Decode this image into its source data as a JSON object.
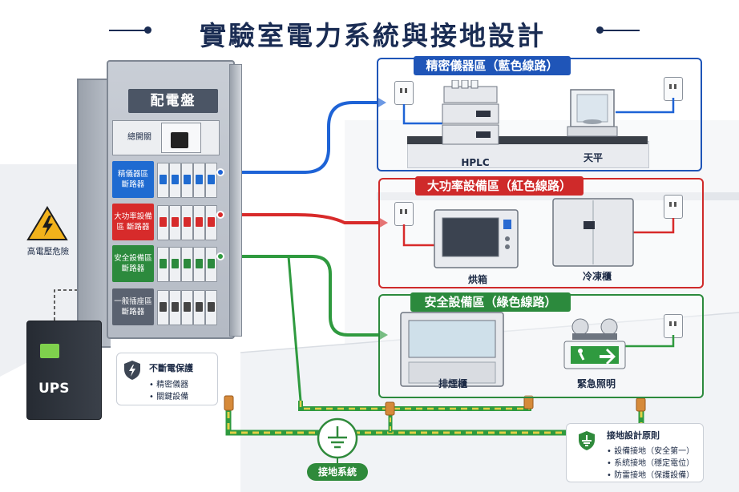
{
  "title": "實驗室電力系統與接地設計",
  "panel": {
    "title": "配電盤",
    "main_switch": "總開關",
    "breakers": [
      {
        "label": "精儀器區 斷路器",
        "color": "#1f6bd1"
      },
      {
        "label": "大功率設備區 斷路器",
        "color": "#d72b2b"
      },
      {
        "label": "安全設備區 斷路器",
        "color": "#2c8a3d"
      },
      {
        "label": "一般插座區 斷路器",
        "color": "#5a6270"
      }
    ]
  },
  "warning": {
    "label": "高電壓危險",
    "icon": "high-voltage-warning-icon"
  },
  "ups": {
    "label": "UPS",
    "callout_title": "不斷電保護",
    "callout_items": [
      "• 精密儀器",
      "• 關鍵設備"
    ]
  },
  "zones": {
    "precision": {
      "label": "精密儀器區（藍色線路）",
      "color": "#1f55b8",
      "devices": [
        "HPLC",
        "天平"
      ]
    },
    "high_power": {
      "label": "大功率設備區（紅色線路）",
      "color": "#cf2a2a",
      "devices": [
        "烘箱",
        "冷凍櫃"
      ]
    },
    "safety": {
      "label": "安全設備區（綠色線路）",
      "color": "#2c8a3d",
      "devices": [
        "排煙櫃",
        "緊急照明"
      ]
    }
  },
  "grounding": {
    "system_label": "接地系統",
    "principles_title": "接地設計原則",
    "principles": [
      "• 設備接地（安全第一）",
      "• 系統接地（穩定電位）",
      "• 防雷接地（保護設備）"
    ]
  },
  "colors": {
    "blue_wire": "#1e63d6",
    "red_wire": "#d82a2a",
    "green_wire": "#2f9a3f",
    "ground_wire": "#d9c44a",
    "title": "#1a2c53"
  }
}
